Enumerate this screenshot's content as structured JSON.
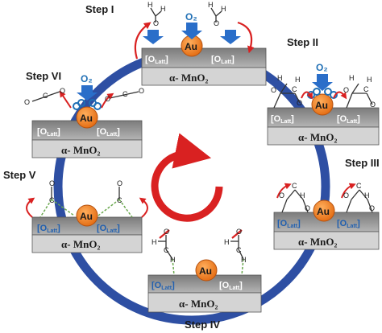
{
  "steps": [
    "Step I",
    "Step II",
    "Step III",
    "Step IV",
    "Step V",
    "Step VI"
  ],
  "catalyst_label": "Au",
  "lattice_label_main": "[O",
  "lattice_label_sub": "Latt",
  "lattice_label_close": "]",
  "support_label": "α- MnO₂",
  "oxygen_label": "O₂",
  "atoms": {
    "h": "H",
    "c": "C",
    "o": "O"
  },
  "colors": {
    "ring": "#2e4fa3",
    "red_arrow": "#d92121",
    "au_fill": "#f07a1e",
    "blue_arrow": "#2a6ec9",
    "lattice_top": "#8a8a8a",
    "lattice_bottom": "#d2d2d2",
    "olatt_text": "#ffffff",
    "olatt_text_blue": "#1f5fb0"
  }
}
